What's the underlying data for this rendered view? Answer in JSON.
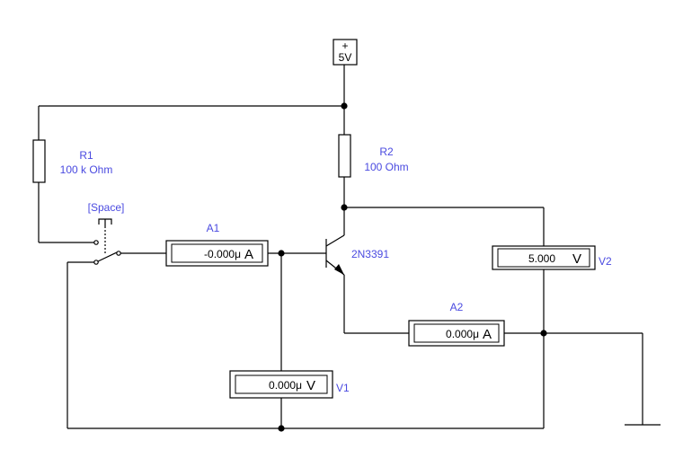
{
  "supply": {
    "symbol": "+",
    "value": "5V"
  },
  "resistors": [
    {
      "name": "R1",
      "value": "100 k Ohm"
    },
    {
      "name": "R2",
      "value": "100  Ohm"
    }
  ],
  "switch": {
    "key_label": "[Space]"
  },
  "transistor": {
    "model": "2N3391"
  },
  "meters": {
    "a1": {
      "name": "A1",
      "reading": "-0.000μ",
      "unit": "A"
    },
    "a2": {
      "name": "A2",
      "reading": "0.000μ",
      "unit": "A"
    },
    "v1": {
      "name": "V1",
      "reading": "0.000μ",
      "unit": "V"
    },
    "v2": {
      "name": "V2",
      "reading": "5.000",
      "unit": "V"
    }
  }
}
